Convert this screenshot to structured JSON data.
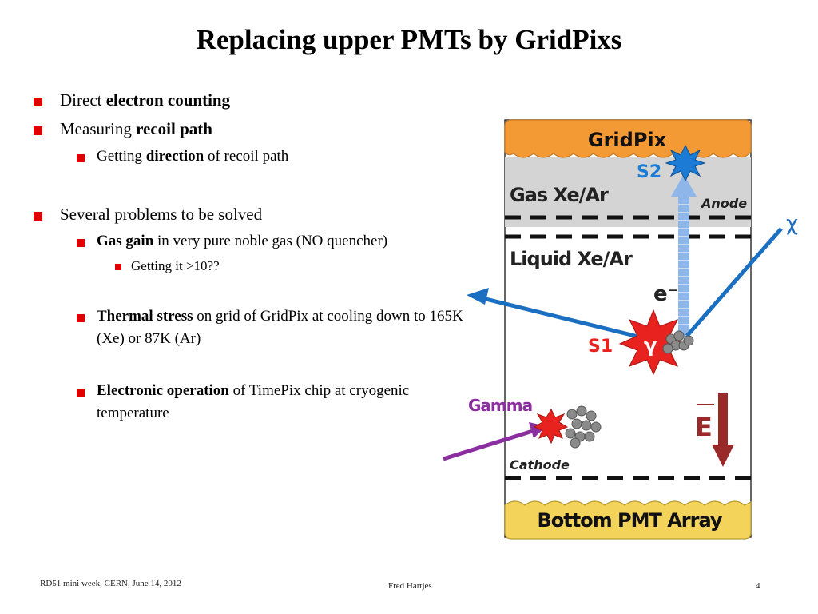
{
  "slide": {
    "title": "Replacing upper PMTs by GridPixs",
    "bullets": {
      "b1": {
        "pre": "Direct ",
        "bold": "electron counting",
        "post": ""
      },
      "b2": {
        "pre": "Measuring ",
        "bold": "recoil path",
        "post": ""
      },
      "b2a": {
        "pre": "Getting ",
        "bold": "direction",
        "post": " of recoil path"
      },
      "b3": {
        "pre": "Several problems to be solved",
        "bold": "",
        "post": ""
      },
      "b3a": {
        "pre": "",
        "bold": "Gas gain",
        "post": " in very pure noble gas (NO quencher)"
      },
      "b3a1": {
        "text": "Getting it >10??"
      },
      "b3b": {
        "pre": "",
        "bold": "Thermal stress",
        "post": " on grid of GridPix at cooling down to 165K (Xe) or 87K (Ar)"
      },
      "b3c": {
        "pre": "",
        "bold": "Electronic operation",
        "post": " of TimePix chip at cryogenic temperature"
      }
    }
  },
  "diagram": {
    "gridpix_label": "GridPix",
    "s2_label": "S2",
    "gas_label": "Gas Xe/Ar",
    "anode_label": "Anode",
    "liquid_label": "Liquid Xe/Ar",
    "electron_label": "e⁻",
    "chi_label": "χ",
    "s1_label": "S1",
    "gamma_symbol": "γ",
    "gamma_label": "Gamma",
    "field_label": "E",
    "cathode_label": "Cathode",
    "bottom_label": "Bottom PMT Array",
    "colors": {
      "gridpix": "#f39a35",
      "gas": "#d4d4d4",
      "bottom": "#f3d35a",
      "s2": "#1c7bd4",
      "chi_arrow": "#1b6fc0",
      "s1": "#e8231f",
      "gamma_arrow": "#8b2fa0",
      "field": "#9a2a2a",
      "drift": "#8fb6e8"
    }
  },
  "footer": {
    "left": "RD51 mini week, CERN, June 14, 2012",
    "center": "Fred Hartjes",
    "page": "4"
  }
}
